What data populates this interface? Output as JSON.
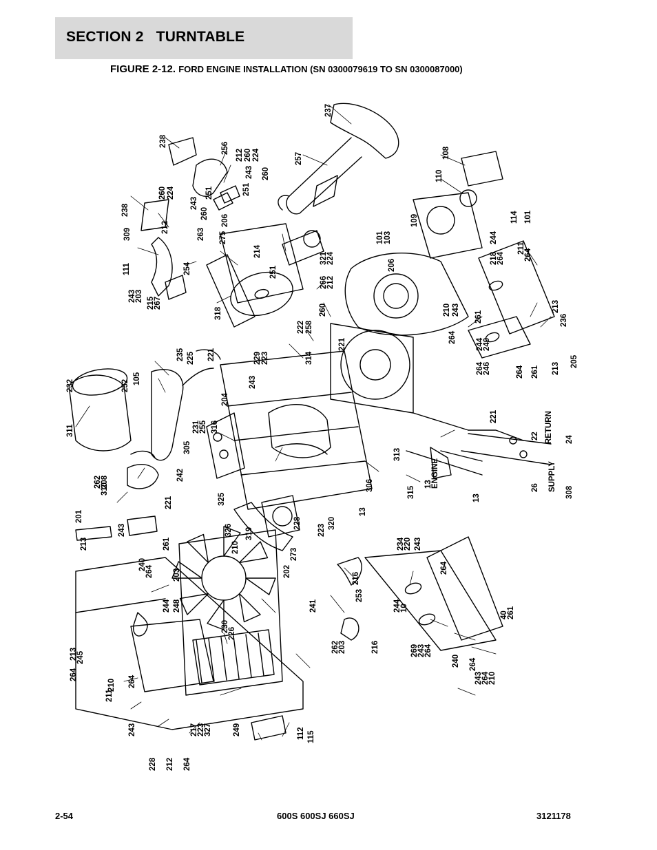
{
  "header": {
    "section_label": "SECTION 2",
    "section_name": "TURNTABLE",
    "figure_number": "FIGURE 2-12.",
    "figure_title": "FORD ENGINE INSTALLATION (SN 0300079619 TO SN 0300087000)"
  },
  "diagram": {
    "callouts": [
      "237",
      "257",
      "238",
      "256",
      "212",
      "260",
      "224",
      "243",
      "260",
      "108",
      "110",
      "238",
      "260",
      "224",
      "251",
      "243",
      "260",
      "251",
      "212",
      "309",
      "263",
      "275",
      "206",
      "101",
      "103",
      "109",
      "114",
      "101",
      "111",
      "254",
      "214",
      "321",
      "224",
      "251",
      "206",
      "244",
      "211",
      "264",
      "243",
      "203",
      "215",
      "267",
      "266",
      "212",
      "260",
      "318",
      "218",
      "264",
      "210",
      "243",
      "264",
      "244",
      "240",
      "261",
      "213",
      "236",
      "222",
      "258",
      "314",
      "221",
      "235",
      "221",
      "225",
      "232",
      "252",
      "105",
      "229",
      "223",
      "243",
      "264",
      "246",
      "264",
      "261",
      "213",
      "205",
      "311",
      "204",
      "231",
      "255",
      "305",
      "316",
      "221",
      "242",
      "262",
      "208",
      "201",
      "221",
      "310",
      "313",
      "306",
      "13",
      "22",
      "RETURN",
      "24",
      "13",
      "ENGINE",
      "315",
      "13",
      "26",
      "SUPPLY",
      "308",
      "325",
      "326",
      "319",
      "320",
      "223",
      "228",
      "243",
      "261",
      "213",
      "210",
      "273",
      "202",
      "234",
      "220",
      "243",
      "264",
      "240",
      "264",
      "203",
      "216",
      "253",
      "244",
      "248",
      "230",
      "226",
      "241",
      "244",
      "10",
      "40",
      "261",
      "213",
      "245",
      "264",
      "210",
      "262",
      "203",
      "216",
      "269",
      "243",
      "264",
      "240",
      "264",
      "243",
      "264",
      "210",
      "211",
      "264",
      "243",
      "217",
      "223",
      "327",
      "249",
      "112",
      "115",
      "228",
      "212",
      "264"
    ]
  },
  "footer": {
    "page_number": "2-54",
    "models": "600S 600SJ 660SJ",
    "doc_number": "3121178"
  }
}
